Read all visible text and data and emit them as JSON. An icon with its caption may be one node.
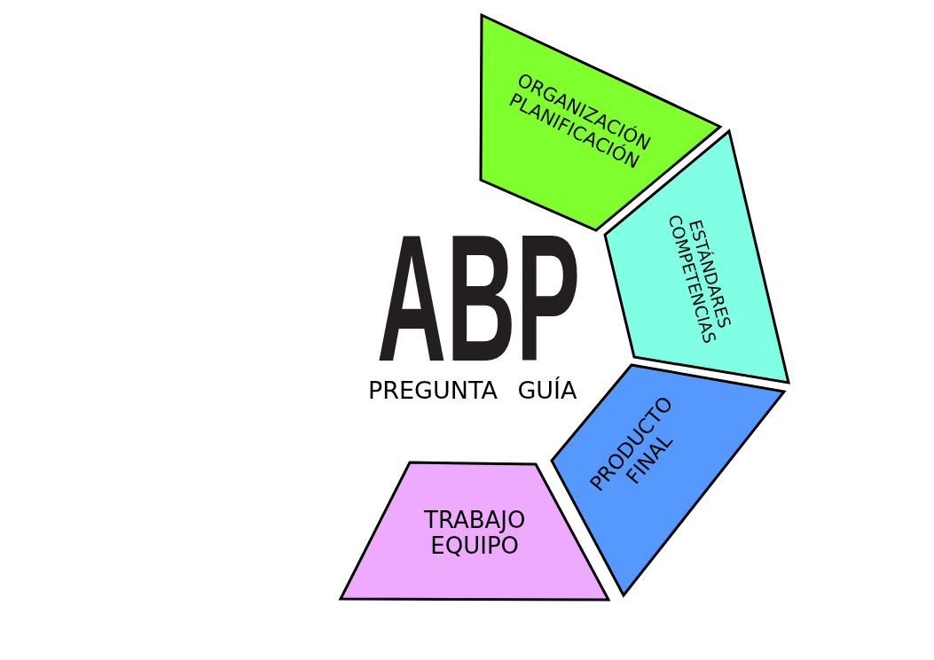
{
  "diagram": {
    "title": "ABP",
    "nodes": [
      {
        "text": [
          "ORGANIZACIÓN PLANIFICACIÓN"
        ]
      },
      {
        "text": [
          "ESTÁNDARES COMPETENCIAS"
        ]
      },
      {
        "text": [
          "PRODUCTO FINAL"
        ]
      },
      {
        "text": [
          "TRABAJO EQUIPO"
        ]
      }
    ],
    "labels": [
      "PREGUNTA GUÍA"
    ]
  }
}
